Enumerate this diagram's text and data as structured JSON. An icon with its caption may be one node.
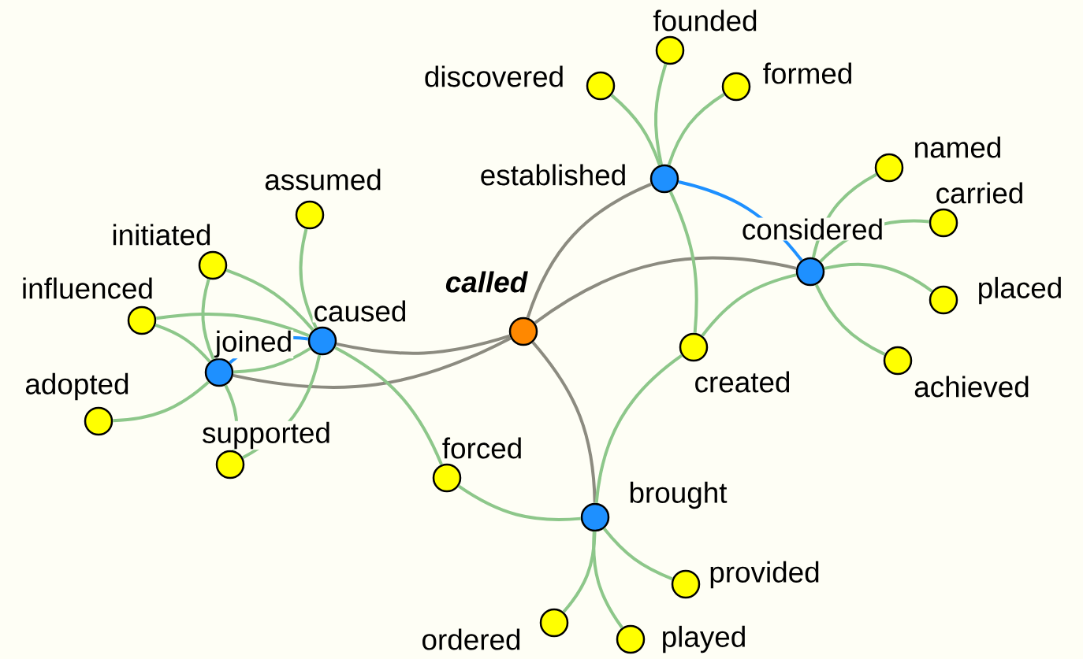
{
  "diagram": {
    "nodes": [
      {
        "text": [
          "called"
        ]
      },
      {
        "text": [
          "established"
        ]
      },
      {
        "text": [
          "considered"
        ]
      },
      {
        "text": [
          "brought"
        ]
      },
      {
        "text": [
          "caused"
        ]
      },
      {
        "text": [
          "joined"
        ]
      },
      {
        "text": [
          "discovered"
        ]
      },
      {
        "text": [
          "founded"
        ]
      },
      {
        "text": [
          "formed"
        ]
      },
      {
        "text": [
          "named"
        ]
      },
      {
        "text": [
          "carried"
        ]
      },
      {
        "text": [
          "placed"
        ]
      },
      {
        "text": [
          "achieved"
        ]
      },
      {
        "text": [
          "created"
        ]
      },
      {
        "text": [
          "forced"
        ]
      },
      {
        "text": [
          "provided"
        ]
      },
      {
        "text": [
          "played"
        ]
      },
      {
        "text": [
          "ordered"
        ]
      },
      {
        "text": [
          "assumed"
        ]
      },
      {
        "text": [
          "initiated"
        ]
      },
      {
        "text": [
          "influenced"
        ]
      },
      {
        "text": [
          "adopted"
        ]
      },
      {
        "text": [
          "supported"
        ]
      }
    ],
    "edges": [
      {
        "from": 0,
        "to": 1,
        "arrow": "none",
        "color": "#8c8b80"
      },
      {
        "from": 0,
        "to": 2,
        "arrow": "none",
        "color": "#8c8b80"
      },
      {
        "from": 0,
        "to": 3,
        "arrow": "none",
        "color": "#8c8b80"
      },
      {
        "from": 0,
        "to": 4,
        "arrow": "none",
        "color": "#8c8b80"
      },
      {
        "from": 0,
        "to": 5,
        "arrow": "none",
        "color": "#8c8b80"
      },
      {
        "from": 1,
        "to": 2,
        "arrow": "none",
        "color": "#1e90ff"
      },
      {
        "from": 5,
        "to": 4,
        "arrow": "none",
        "color": "#1e90ff"
      },
      {
        "from": 1,
        "to": 6,
        "arrow": "none"
      },
      {
        "from": 1,
        "to": 7,
        "arrow": "none"
      },
      {
        "from": 1,
        "to": 8,
        "arrow": "none"
      },
      {
        "from": 1,
        "to": 13,
        "arrow": "none"
      },
      {
        "from": 2,
        "to": 9,
        "arrow": "none"
      },
      {
        "from": 2,
        "to": 10,
        "arrow": "none"
      },
      {
        "from": 2,
        "to": 11,
        "arrow": "none"
      },
      {
        "from": 2,
        "to": 12,
        "arrow": "none"
      },
      {
        "from": 2,
        "to": 13,
        "arrow": "none"
      },
      {
        "from": 3,
        "to": 13,
        "arrow": "none"
      },
      {
        "from": 3,
        "to": 14,
        "arrow": "none"
      },
      {
        "from": 3,
        "to": 17,
        "arrow": "none"
      },
      {
        "from": 3,
        "to": 16,
        "arrow": "none"
      },
      {
        "from": 3,
        "to": 15,
        "arrow": "none"
      },
      {
        "from": 4,
        "to": 18,
        "arrow": "none"
      },
      {
        "from": 4,
        "to": 19,
        "arrow": "none"
      },
      {
        "from": 4,
        "to": 20,
        "arrow": "none"
      },
      {
        "from": 4,
        "to": 22,
        "arrow": "none"
      },
      {
        "from": 4,
        "to": 14,
        "arrow": "none"
      },
      {
        "from": 4,
        "to": 5,
        "arrow": "none"
      },
      {
        "from": 5,
        "to": 19,
        "arrow": "none"
      },
      {
        "from": 5,
        "to": 20,
        "arrow": "none"
      },
      {
        "from": 5,
        "to": 21,
        "arrow": "none"
      },
      {
        "from": 5,
        "to": 22,
        "arrow": "none"
      }
    ]
  }
}
